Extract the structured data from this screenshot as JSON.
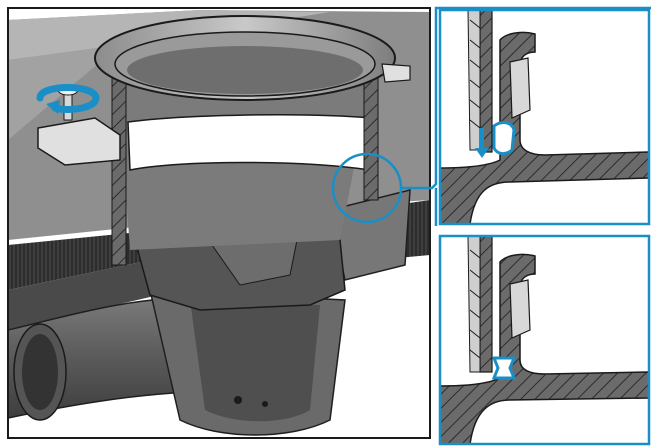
{
  "figure": {
    "main_view": {
      "name": "floor-drain-cutaway"
    },
    "detail_top": {
      "name": "seal-detail-before",
      "state": "seal being pressed in"
    },
    "detail_bottom": {
      "name": "seal-detail-after",
      "state": "seal seated"
    }
  },
  "colors": {
    "frame": "#1a1a1a",
    "accent": "#1a8fc7",
    "body": "#5e5e5e",
    "body_dark": "#3a3a3a",
    "floor": "#8a8a8a",
    "floor_top": "#b0b0b0",
    "white": "#ffffff",
    "hatch": "#444444"
  },
  "icons": {
    "rotation": "rotate-arrow-icon",
    "press": "arrow-down-icon",
    "callout": "magnifier-circle-icon"
  }
}
